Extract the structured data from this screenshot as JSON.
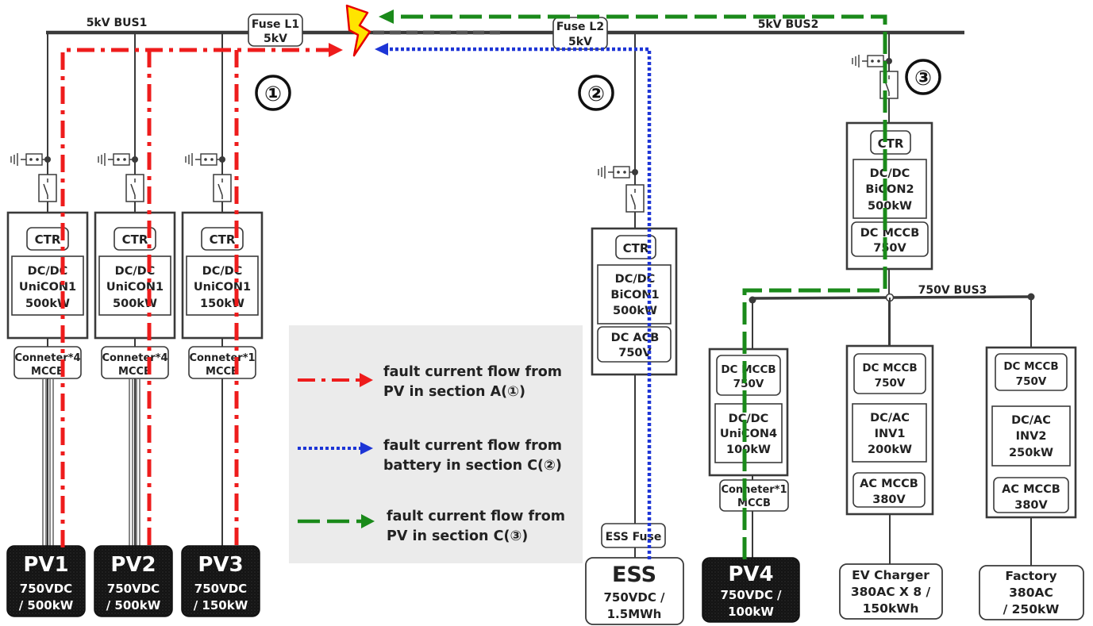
{
  "buses": {
    "bus1": "5kV BUS1",
    "bus2": "5kV BUS2",
    "bus3": "750V BUS3"
  },
  "fuses": {
    "l1": {
      "name": "Fuse L1",
      "rating": "5kV"
    },
    "l2": {
      "name": "Fuse L2",
      "rating": "5kV"
    }
  },
  "section_markers": {
    "one": "①",
    "two": "②",
    "three": "③"
  },
  "ctr_label": "CTR",
  "pv_units": [
    {
      "type": "DC/DC",
      "name": "UniCON1",
      "power": "500kW",
      "connector": "Conneter*4",
      "mccb": "MCCB",
      "pv_name": "PV1",
      "pv_voltage": "750VDC",
      "pv_rating": "/ 500kW"
    },
    {
      "type": "DC/DC",
      "name": "UniCON1",
      "power": "500kW",
      "connector": "Conneter*4",
      "mccb": "MCCB",
      "pv_name": "PV2",
      "pv_voltage": "750VDC",
      "pv_rating": "/ 500kW"
    },
    {
      "type": "DC/DC",
      "name": "UniCON1",
      "power": "150kW",
      "connector": "Conneter*1",
      "mccb": "MCCB",
      "pv_name": "PV3",
      "pv_voltage": "750VDC",
      "pv_rating": "/ 150kW"
    }
  ],
  "ess_unit": {
    "type": "DC/DC",
    "name": "BiCON1",
    "power": "500kW",
    "acb": "DC ACB",
    "acb_voltage": "750V",
    "fuse": "ESS Fuse",
    "label": "ESS",
    "spec1": "750VDC /",
    "spec2": "1.5MWh"
  },
  "bicon2": {
    "type": "DC/DC",
    "name": "BiCON2",
    "power": "500kW",
    "mccb": "DC MCCB",
    "mccb_voltage": "750V"
  },
  "unicon4": {
    "mccb": "DC MCCB",
    "mccb_voltage": "750V",
    "type": "DC/DC",
    "name": "UniCON4",
    "power": "100kW",
    "connector": "Conneter*1",
    "conn_mccb": "MCCB",
    "pv_name": "PV4",
    "pv_voltage": "750VDC /",
    "pv_rating": "100kW"
  },
  "inv1": {
    "mccb": "DC MCCB",
    "mccb_voltage": "750V",
    "type": "DC/AC",
    "name": "INV1",
    "power": "200kW",
    "ac_mccb": "AC MCCB",
    "ac_voltage": "380V",
    "load1": "EV Charger",
    "load2": "380AC X 8 /",
    "load3": "150kWh"
  },
  "inv2": {
    "mccb": "DC MCCB",
    "mccb_voltage": "750V",
    "type": "DC/AC",
    "name": "INV2",
    "power": "250kW",
    "ac_mccb": "AC MCCB",
    "ac_voltage": "380V",
    "load1": "Factory",
    "load2": "380AC",
    "load3": "/ 250kW"
  },
  "legend": [
    {
      "line1": "fault current flow from",
      "line2": "PV in section A(①)",
      "color": "#ee1c1c",
      "style": "dash-dot"
    },
    {
      "line1": "fault current flow from",
      "line2": "battery in section C(②)",
      "color": "#1d35d6",
      "style": "dotted"
    },
    {
      "line1": "fault current flow from",
      "line2": "PV in section C(③)",
      "color": "#1a8a1a",
      "style": "dashed"
    }
  ],
  "colors": {
    "line": "#3a3a3a",
    "legend_bg": "#ebebeb",
    "pv_panel": "#1a1a1a",
    "fault_red": "#ee1c1c",
    "fault_blue": "#1d35d6",
    "fault_green": "#1a8a1a",
    "spark": "#ffe400"
  }
}
